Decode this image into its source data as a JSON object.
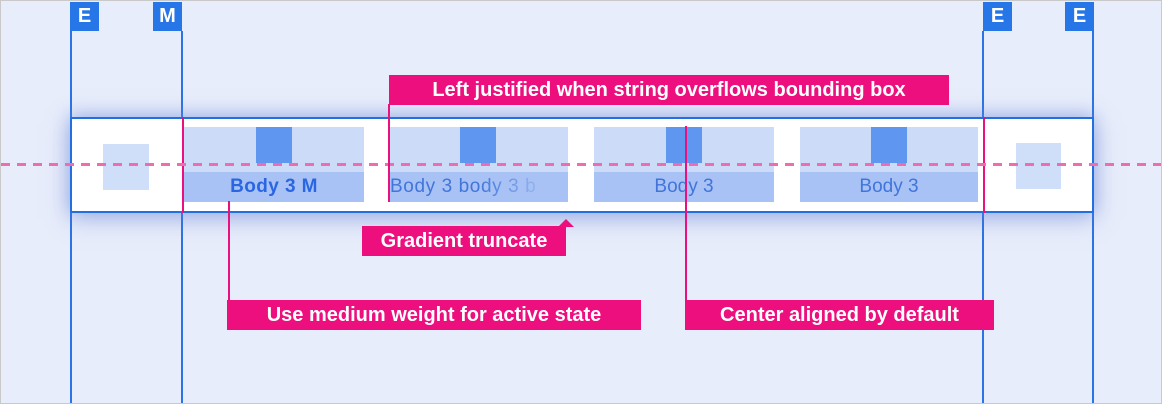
{
  "colors": {
    "background": "#e8edfb",
    "guide_blue": "#2b74e6",
    "marker_blue": "#2776e8",
    "bar_border_blue": "#2270e0",
    "tab_light_blue": "#ccdbf7",
    "tab_band_blue": "#a8c2f5",
    "icon_blue": "#5e96f0",
    "nav_square_blue": "#cfdef9",
    "active_text_blue": "#2b66e2",
    "inactive_text_blue": "#4175da",
    "annotation_pink": "#ec0f7d",
    "dashed_line_pink": "#ee6cb0"
  },
  "markers": [
    {
      "label": "E"
    },
    {
      "label": "M"
    },
    {
      "label": "E"
    },
    {
      "label": "E"
    }
  ],
  "tabbar": {
    "tabs": [
      {
        "label": "Body 3 M",
        "state": "active"
      },
      {
        "label": "Body 3 body 3 b",
        "state": "truncated"
      },
      {
        "label": "Body 3",
        "state": "default"
      },
      {
        "label": "Body 3",
        "state": "default"
      }
    ]
  },
  "annotations": {
    "left_justified": "Left justified when string overflows bounding box",
    "gradient_truncate": "Gradient truncate",
    "medium_weight": "Use medium weight for active state",
    "center_aligned": "Center aligned by default"
  }
}
